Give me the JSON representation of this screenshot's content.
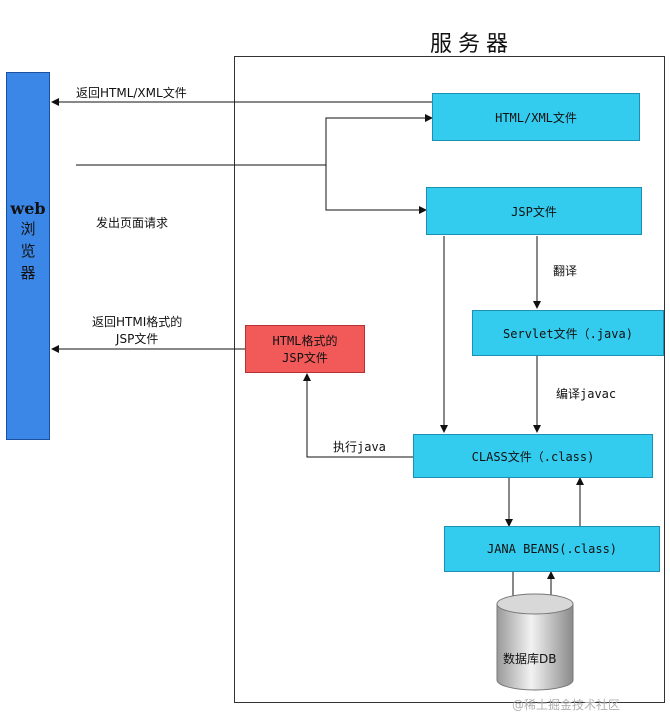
{
  "server": {
    "title": "服务器"
  },
  "browser": {
    "label_en": "web",
    "label_cn": "浏览器"
  },
  "nodes": {
    "html_xml": "HTML/XML文件",
    "jsp": "JSP文件",
    "servlet": "Servlet文件（.java)",
    "class_file": "CLASS文件（.class)",
    "java_beans": "JANA BEANS(.class)",
    "html_jsp_line1": "HTML格式的",
    "html_jsp_line2": "JSP文件",
    "database": "数据库DB"
  },
  "edges": {
    "return_html_xml": "返回HTML/XML文件",
    "send_request": "发出页面请求",
    "return_htmi_line1": "返回HTMI格式的",
    "return_htmi_line2": "JSP文件",
    "translate": "翻译",
    "compile": "编译javac",
    "execute": "执行java"
  },
  "watermark": "@稀土掘金技术社区",
  "colors": {
    "browser": "#3b87e8",
    "node": "#33ccee",
    "highlight": "#f25a5a"
  }
}
